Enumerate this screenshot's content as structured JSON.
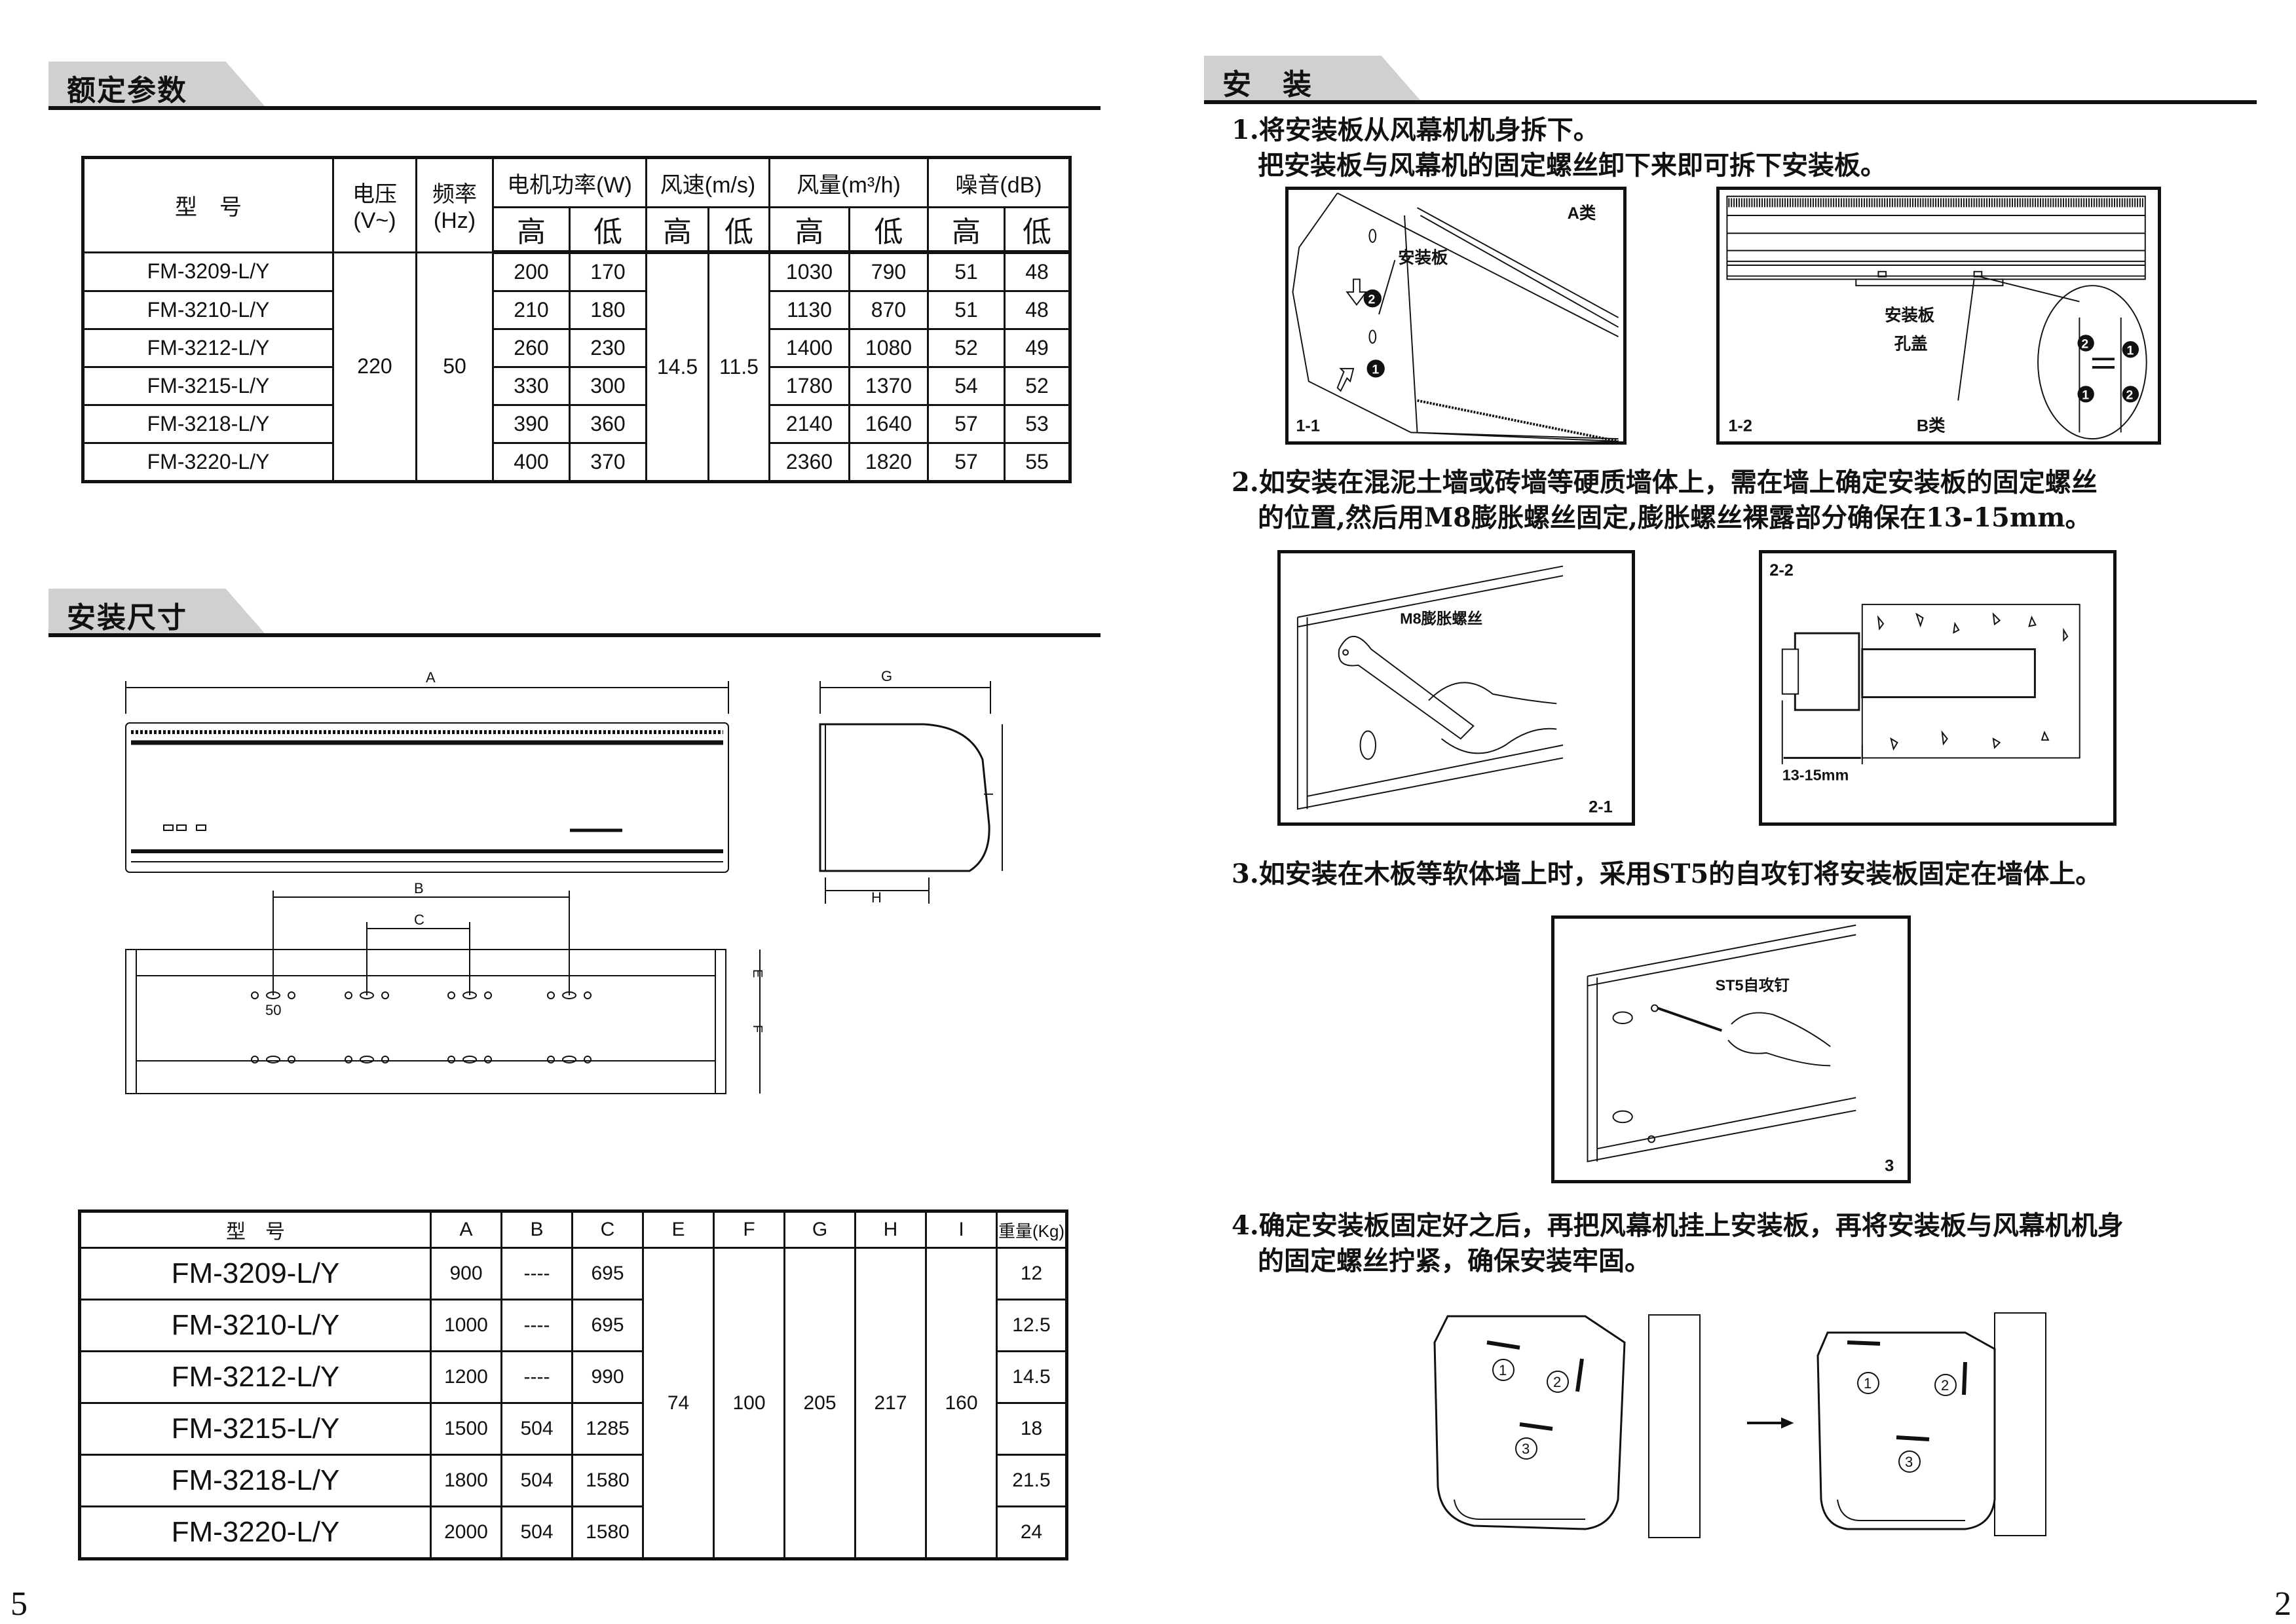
{
  "left_page": {
    "section1_title": "额定参数",
    "section2_title": "安装尺寸",
    "page_number": "5",
    "params_table": {
      "headers": {
        "model": "型　号",
        "voltage": "电压",
        "voltage_unit": "(V~)",
        "frequency": "频率",
        "frequency_unit": "(Hz)",
        "power": "电机功率(W)",
        "speed": "风速(m/s)",
        "airflow": "风量(m³/h)",
        "noise": "噪音(dB)",
        "high": "高",
        "low": "低"
      },
      "voltage": "220",
      "frequency": "50",
      "speed_high": "14.5",
      "speed_low": "11.5",
      "rows": [
        {
          "model": "FM-3209-L/Y",
          "power_high": "200",
          "power_low": "170",
          "air_high": "1030",
          "air_low": "790",
          "noise_high": "51",
          "noise_low": "48"
        },
        {
          "model": "FM-3210-L/Y",
          "power_high": "210",
          "power_low": "180",
          "air_high": "1130",
          "air_low": "870",
          "noise_high": "51",
          "noise_low": "48"
        },
        {
          "model": "FM-3212-L/Y",
          "power_high": "260",
          "power_low": "230",
          "air_high": "1400",
          "air_low": "1080",
          "noise_high": "52",
          "noise_low": "49"
        },
        {
          "model": "FM-3215-L/Y",
          "power_high": "330",
          "power_low": "300",
          "air_high": "1780",
          "air_low": "1370",
          "noise_high": "54",
          "noise_low": "52"
        },
        {
          "model": "FM-3218-L/Y",
          "power_high": "390",
          "power_low": "360",
          "air_high": "2140",
          "air_low": "1640",
          "noise_high": "57",
          "noise_low": "53"
        },
        {
          "model": "FM-3220-L/Y",
          "power_high": "400",
          "power_low": "370",
          "air_high": "2360",
          "air_low": "1820",
          "noise_high": "57",
          "noise_low": "55"
        }
      ]
    },
    "drawing_labels": {
      "A": "A",
      "B": "B",
      "C": "C",
      "E": "E",
      "F": "F",
      "G": "G",
      "H": "H",
      "I": "I",
      "fifty": "50"
    },
    "dims_table": {
      "headers": {
        "model": "型　号",
        "A": "A",
        "B": "B",
        "C": "C",
        "E": "E",
        "F": "F",
        "G": "G",
        "H": "H",
        "I": "I",
        "weight": "重量(Kg)"
      },
      "E": "74",
      "F": "100",
      "G": "205",
      "H": "217",
      "I": "160",
      "rows": [
        {
          "model": "FM-3209-L/Y",
          "A": "900",
          "B": "----",
          "C": "695",
          "weight": "12"
        },
        {
          "model": "FM-3210-L/Y",
          "A": "1000",
          "B": "----",
          "C": "695",
          "weight": "12.5"
        },
        {
          "model": "FM-3212-L/Y",
          "A": "1200",
          "B": "----",
          "C": "990",
          "weight": "14.5"
        },
        {
          "model": "FM-3215-L/Y",
          "A": "1500",
          "B": "504",
          "C": "1285",
          "weight": "18"
        },
        {
          "model": "FM-3218-L/Y",
          "A": "1800",
          "B": "504",
          "C": "1580",
          "weight": "21.5"
        },
        {
          "model": "FM-3220-L/Y",
          "A": "2000",
          "B": "504",
          "C": "1580",
          "weight": "24"
        }
      ]
    }
  },
  "right_page": {
    "section_title": "安　装",
    "page_number": "2",
    "steps": [
      {
        "line1": "1.将安装板从风幕机机身拆下。",
        "line2": "把安装板与风幕机的固定螺丝卸下来即可拆下安装板。"
      },
      {
        "line1": "2.如安装在混泥土墙或砖墙等硬质墙体上，需在墙上确定安装板的固定螺丝",
        "line2": "的位置,然后用M8膨胀螺丝固定,膨胀螺丝裸露部分确保在13-15mm。"
      },
      {
        "line1": "3.如安装在木板等软体墙上时，采用ST5的自攻钉将安装板固定在墙体上。"
      },
      {
        "line1": "4.确定安装板固定好之后，再把风幕机挂上安装板，再将安装板与风幕机机身",
        "line2": "的固定螺丝拧紧，确保安装牢固。"
      }
    ],
    "figures": {
      "fig1_1": {
        "id": "1-1",
        "type": "A类",
        "label": "安装板",
        "n1": "1",
        "n2": "2"
      },
      "fig1_2": {
        "id": "1-2",
        "type": "B类",
        "label_plate": "安装板",
        "label_cover": "孔盖",
        "n1": "1",
        "n2": "2"
      },
      "fig2_1": {
        "id": "2-1",
        "label": "M8膨胀螺丝"
      },
      "fig2_2": {
        "id": "2-2",
        "label": "13-15mm"
      },
      "fig3": {
        "id": "3",
        "label": "ST5自攻钉"
      },
      "fig4": {
        "c1": "1",
        "c2": "2",
        "c3": "3"
      }
    }
  }
}
